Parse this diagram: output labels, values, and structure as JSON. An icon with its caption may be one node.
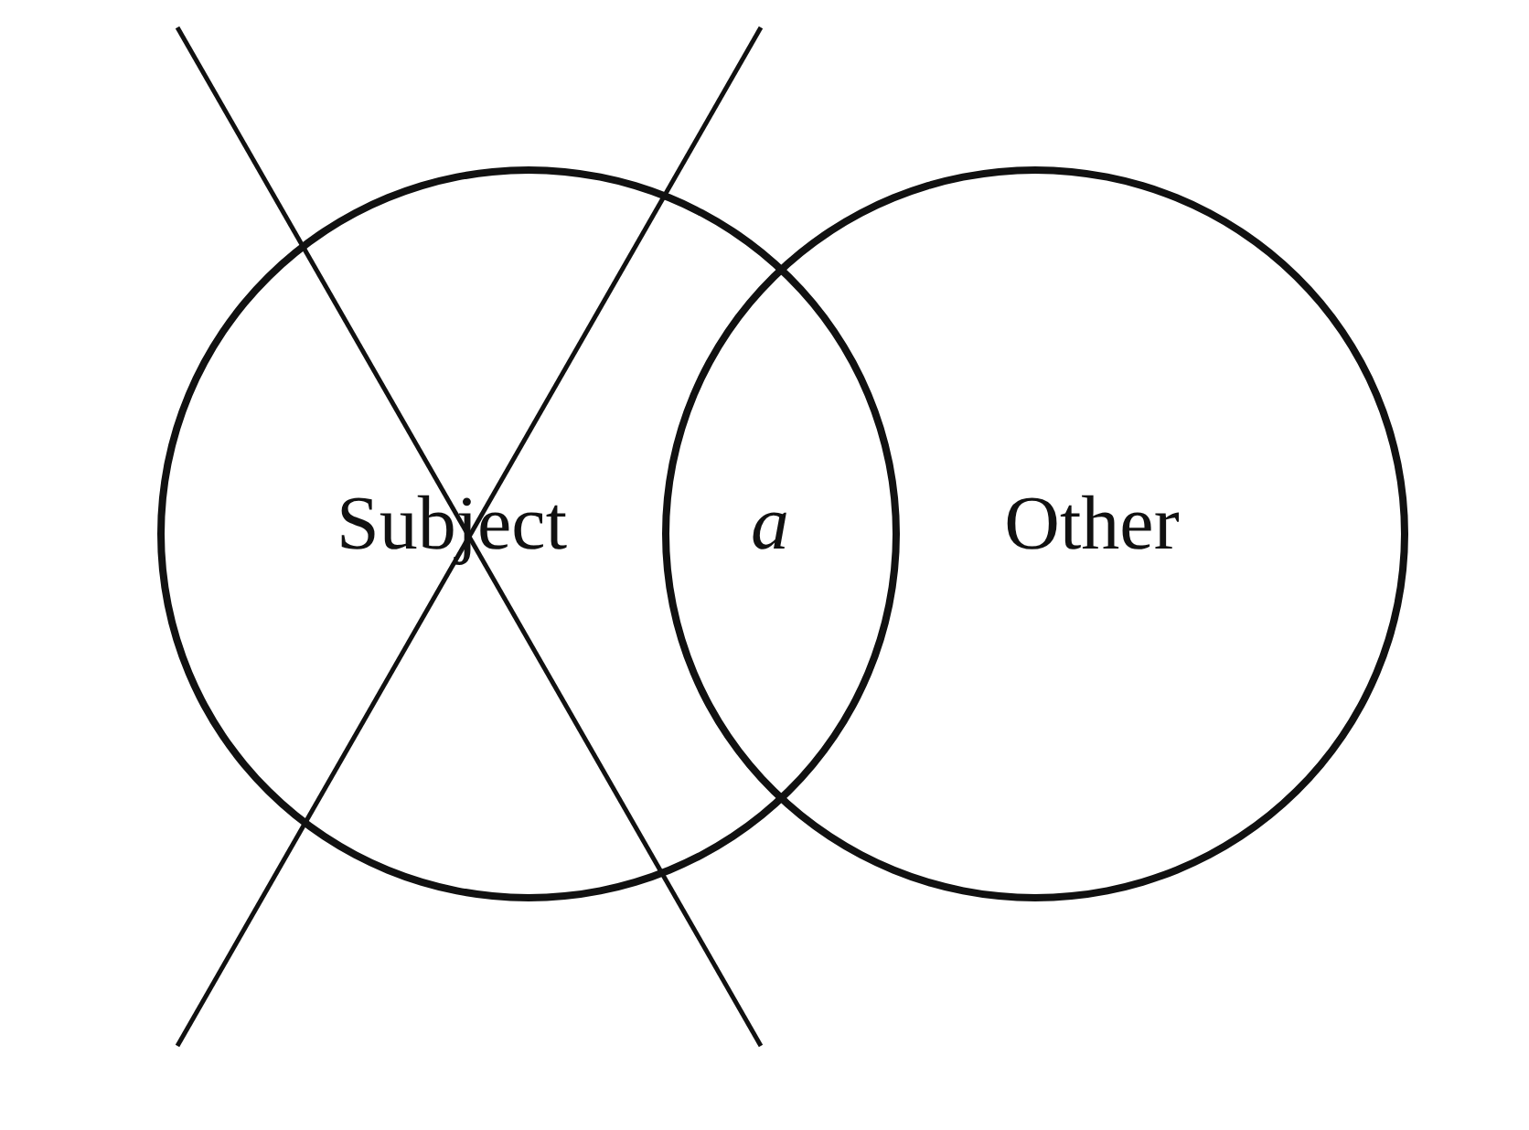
{
  "diagram": {
    "nodes": [
      {
        "text": [
          "Subject"
        ]
      },
      {
        "text": [
          "Other"
        ]
      }
    ],
    "labels": [
      "a"
    ]
  }
}
